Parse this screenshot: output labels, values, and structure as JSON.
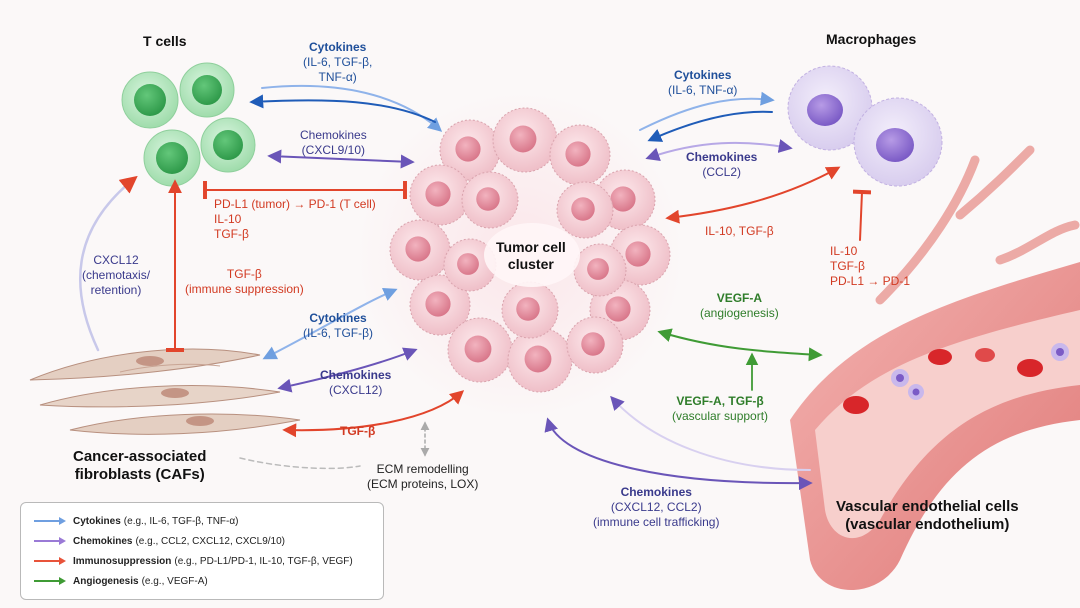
{
  "nodes": {
    "t_cells": "T cells",
    "macrophages": "Macrophages",
    "tumor": [
      "Tumor cell",
      "cluster"
    ],
    "cafs": [
      "Cancer-associated",
      "fibroblasts (CAFs)"
    ],
    "vascular": [
      "Vascular endothelial cells",
      "(vascular endothelium)"
    ]
  },
  "labels": {
    "tcell_cytokines": [
      "Cytokines",
      "(IL-6, TGF-β,",
      "TNF-α)"
    ],
    "tcell_chemokines": [
      "Chemokines",
      "(CXCL9/10)"
    ],
    "tcell_immuno": [
      "PD-L1 (tumor) → PD-1 (T cell)",
      "IL-10",
      "TGF-β"
    ],
    "caf_cxcl12": [
      "CXCL12",
      "(chemotaxis/",
      "retention)"
    ],
    "caf_tgfb": [
      "TGF-β",
      "(immune suppression)"
    ],
    "caf_cytokines": [
      "Cytokines",
      "(IL-6, TGF-β)"
    ],
    "caf_chemokines": [
      "Chemokines",
      "(CXCL12)"
    ],
    "caf_tgfb_arrow": "TGF-β",
    "ecm": [
      "ECM remodelling",
      "(ECM proteins, LOX)"
    ],
    "mac_cytokines": [
      "Cytokines",
      "(IL-6, TNF-α)"
    ],
    "mac_chemokines": [
      "Chemokines",
      "(CCL2)"
    ],
    "mac_il10": "IL-10, TGF-β",
    "mac_vasc": [
      "IL-10",
      "TGF-β",
      "PD-L1 → PD-1"
    ],
    "vegf": [
      "VEGF-A",
      "(angiogenesis)"
    ],
    "vegf_support": [
      "VEGF-A, TGF-β",
      "(vascular support)"
    ],
    "vasc_chemokines": [
      "Chemokines",
      "(CXCL12, CCL2)",
      "(immune cell trafficking)"
    ]
  },
  "legend": [
    {
      "name": "Cytokines",
      "detail": "(e.g., IL-6, TGF-β, TNF-α)",
      "color": "#6f9fe0"
    },
    {
      "name": "Chemokines",
      "detail": "(e.g., CCL2, CXCL12, CXCL9/10)",
      "color": "#9a7ad6"
    },
    {
      "name": "Immunosuppression",
      "detail": "(e.g., PD-L1/PD-1, IL-10, TGF-β, VEGF)",
      "color": "#e8533a"
    },
    {
      "name": "Angiogenesis",
      "detail": "(e.g., VEGF-A)",
      "color": "#3f9b35"
    }
  ],
  "colors": {
    "cytokine": "#6f9fe0",
    "cytokine_dark": "#1f5cb8",
    "chemokine": "#6a55b8",
    "immuno": "#e2452c",
    "angio": "#3f9b35"
  }
}
